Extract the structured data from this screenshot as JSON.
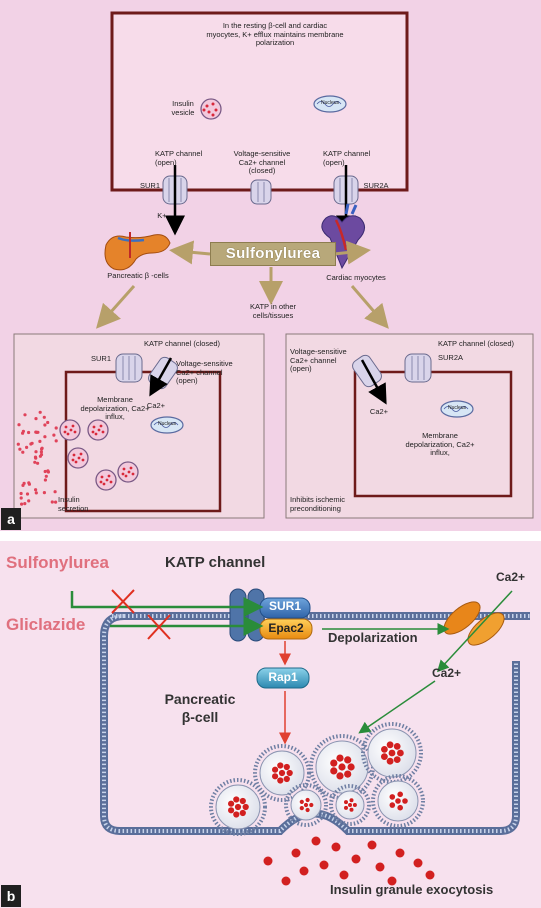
{
  "panel_a": {
    "letter": "a",
    "top_cell": {
      "title": "In the resting β-cell and cardiac myocytes, K+ efflux maintains membrane polarization",
      "insulin_vesicle": "Insulin vesicle",
      "nucleus": "Nucleus",
      "katp_open_left": "KATP channel (open)",
      "katp_open_right": "KATP channel (open)",
      "voltage_closed": "Voltage-sensitive Ca2+ channel (closed)",
      "sur1": "SUR1",
      "sur2a": "SUR2A",
      "k_ion": "K+"
    },
    "sulfonylurea": "Sulfonylurea",
    "pancreatic_beta": "Pancreatic β -cells",
    "cardiac_myocytes": "Cardiac myocytes",
    "katp_other": "KATP in other cells/tissues",
    "bottom_left": {
      "katp_closed": "KATP channel (closed)",
      "sur1": "SUR1",
      "voltage_open": "Voltage-sensitive Ca2+ channel (open)",
      "ca": "Ca2+",
      "membrane_text": "Membrane depolarization, Ca2+ influx,",
      "nucleus": "Nucleus",
      "insulin_secretion": "Insulin secretion"
    },
    "bottom_right": {
      "katp_closed": "KATP channel (closed)",
      "sur2a": "SUR2A",
      "voltage_open": "Voltage-sensitive Ca2+ channel (open)",
      "ca": "Ca2+",
      "nucleus": "Nucleus",
      "membrane_text": "Membrane depolarization, Ca2+ influx,",
      "inhibits": "Inhibits ischemic preconditioning"
    }
  },
  "panel_b": {
    "letter": "b",
    "sulfonylurea": "Sulfonylurea",
    "gliclazide": "Gliclazide",
    "katp_channel": "KATP channel",
    "sur1": "SUR1",
    "epac2": "Epac2",
    "depolarization": "Depolarization",
    "rap1": "Rap1",
    "ca_top": "Ca2+",
    "ca_mid": "Ca2+",
    "pancreatic_cell_line1": "Pancreatic",
    "pancreatic_cell_line2": "β-cell",
    "exocytosis": "Insulin granule exocytosis"
  },
  "colors": {
    "panel_a_bg": "#f2d2e6",
    "cell_a": "#f6dbe8",
    "cell_border_a": "#6e1a1a",
    "panel_b_bg": "#f7e1ee",
    "sulfonylurea_text": "#e0707e",
    "green_arrow": "#2a8c3a",
    "red_x": "#e03020",
    "katp_blue": "#4f74a8",
    "sur1_blue": "#3d76b8",
    "epac2_orange": "#f2a21a",
    "rap1_teal": "#3c9fc0",
    "ca_channel_orange": "#e8861a",
    "granule_red": "#d22020"
  }
}
